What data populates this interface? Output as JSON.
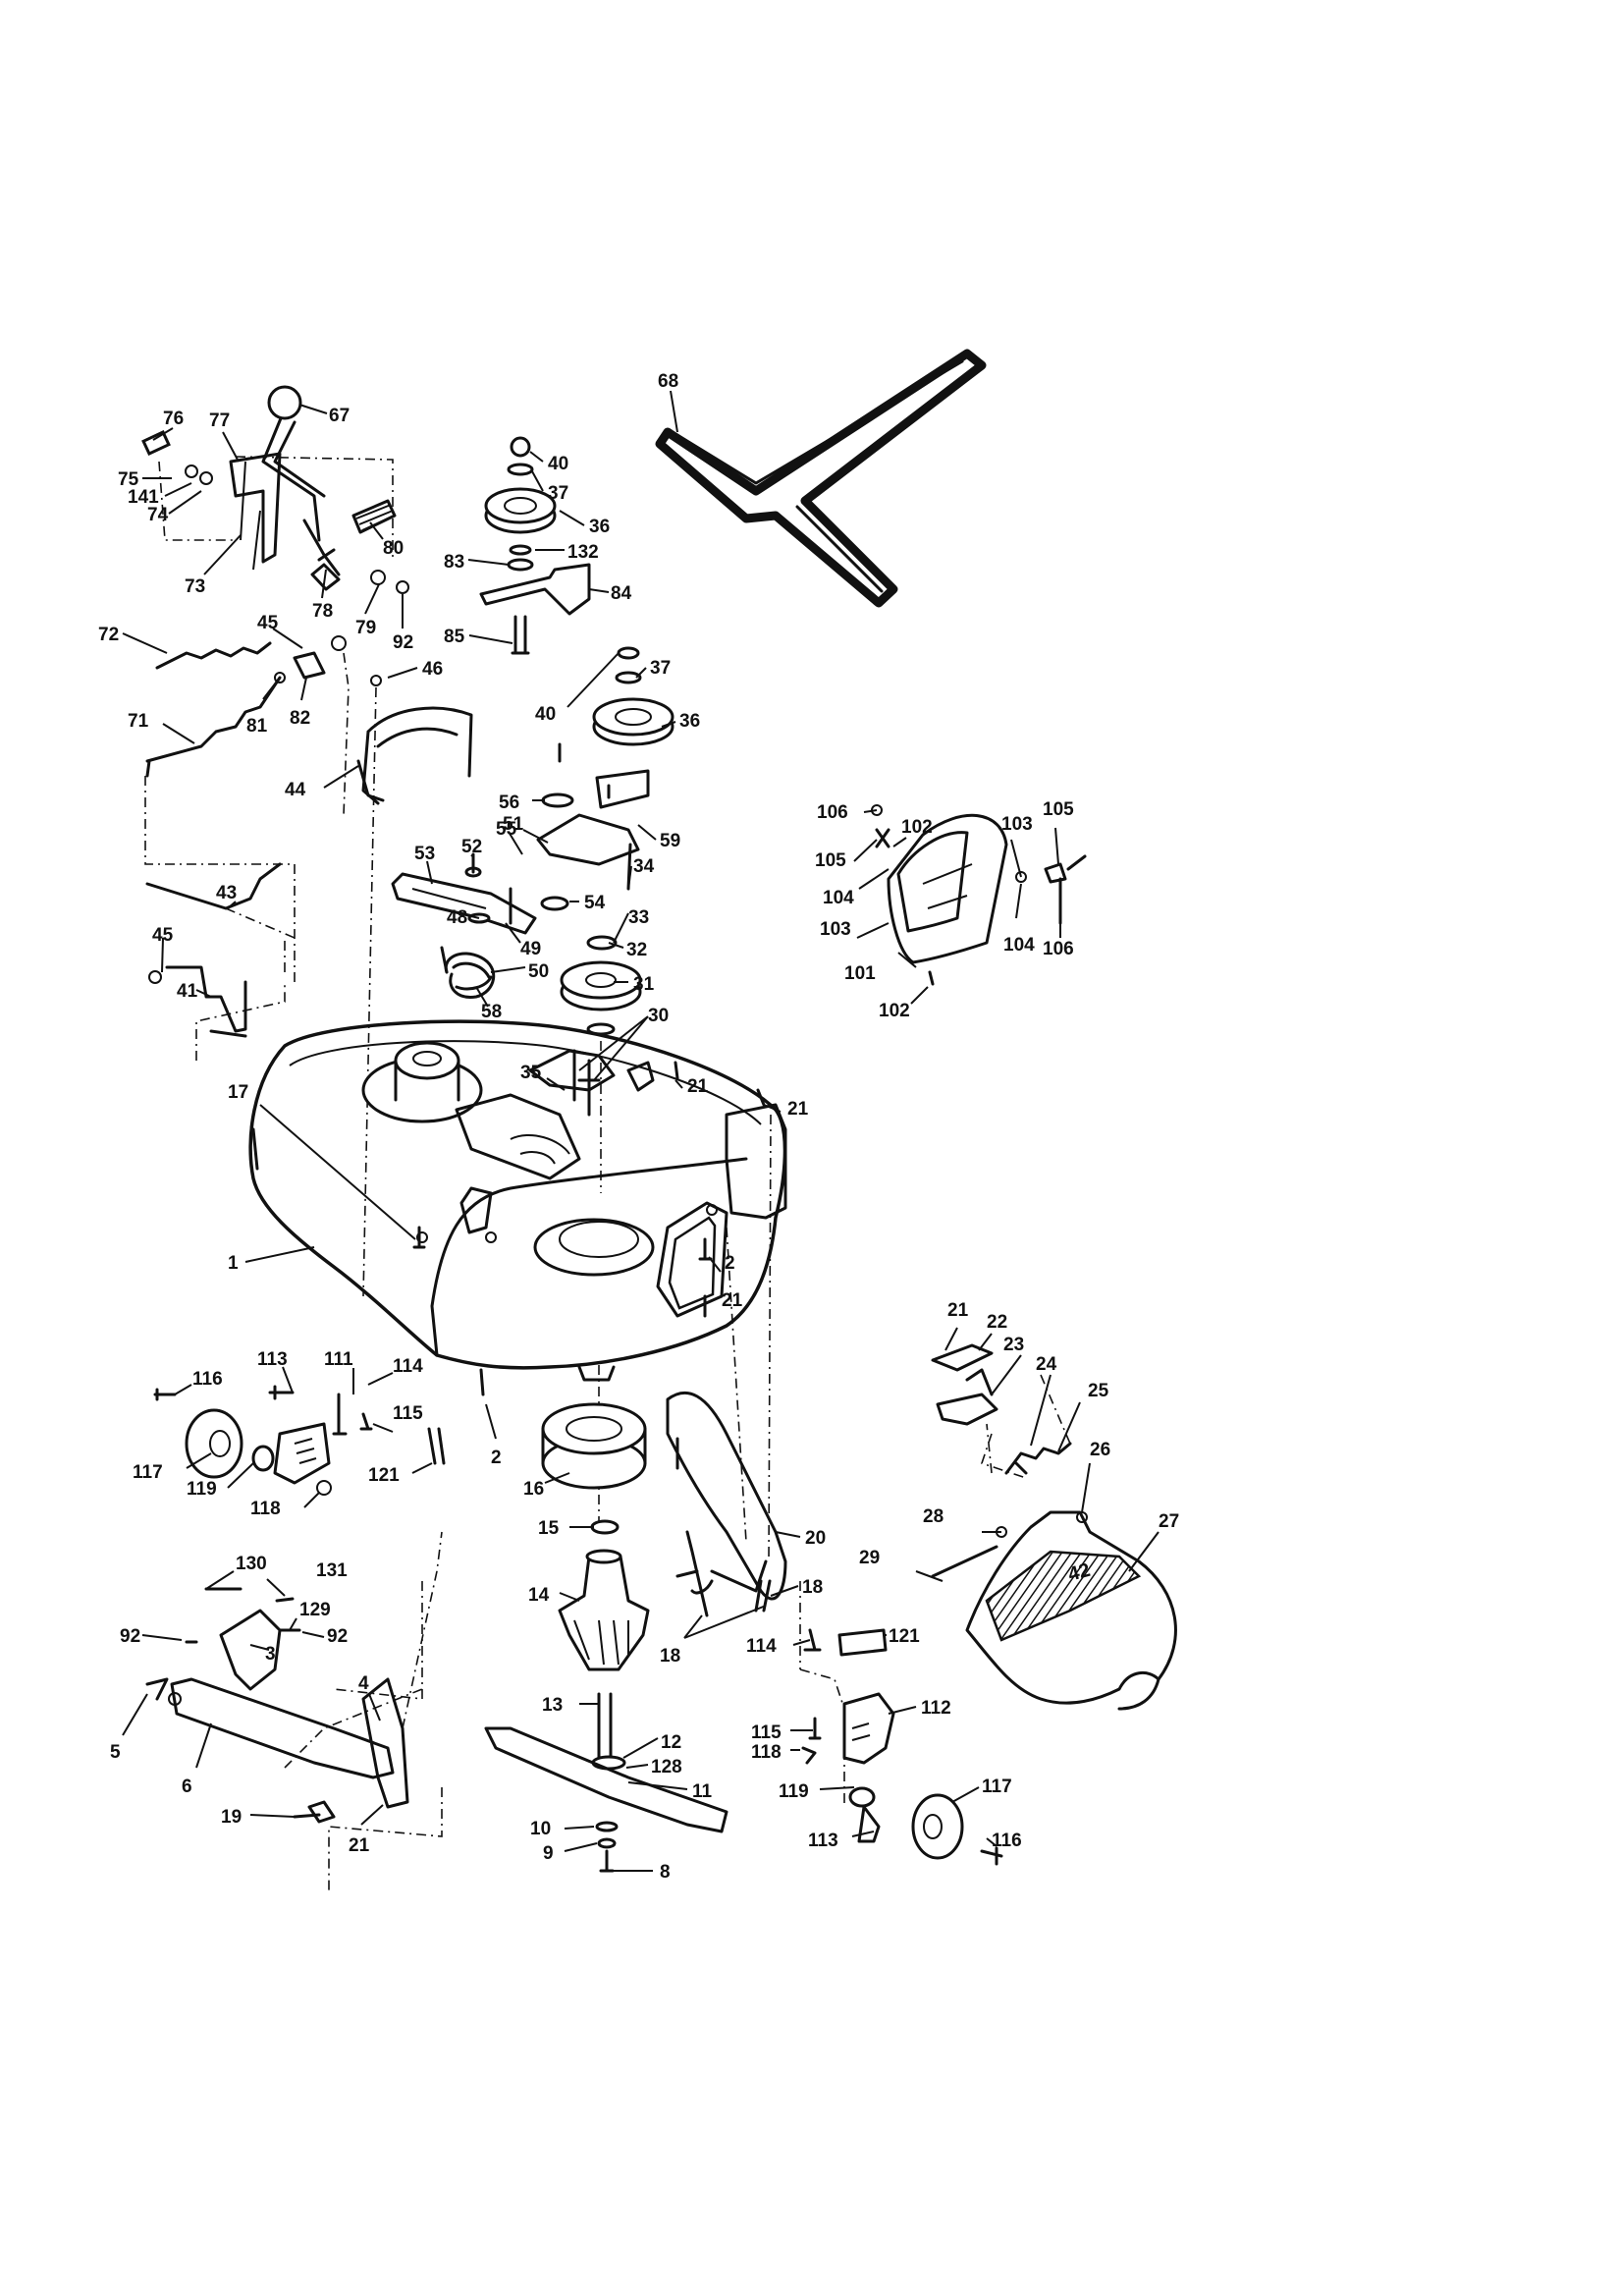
{
  "diagram": {
    "labels": [
      {
        "id": "p76",
        "text": "76"
      },
      {
        "id": "p77",
        "text": "77"
      },
      {
        "id": "p67",
        "text": "67"
      },
      {
        "id": "p75",
        "text": "75"
      },
      {
        "id": "p141",
        "text": "141"
      },
      {
        "id": "p74",
        "text": "74"
      },
      {
        "id": "p80",
        "text": "80"
      },
      {
        "id": "p73",
        "text": "73"
      },
      {
        "id": "p78",
        "text": "78"
      },
      {
        "id": "p79",
        "text": "79"
      },
      {
        "id": "p92a",
        "text": "92"
      },
      {
        "id": "p72",
        "text": "72"
      },
      {
        "id": "p45a",
        "text": "45"
      },
      {
        "id": "p81",
        "text": "81"
      },
      {
        "id": "p82",
        "text": "82"
      },
      {
        "id": "p71",
        "text": "71"
      },
      {
        "id": "p46",
        "text": "46"
      },
      {
        "id": "p44",
        "text": "44"
      },
      {
        "id": "p43",
        "text": "43"
      },
      {
        "id": "p45b",
        "text": "45"
      },
      {
        "id": "p41",
        "text": "41"
      },
      {
        "id": "p40a",
        "text": "40"
      },
      {
        "id": "p37a",
        "text": "37"
      },
      {
        "id": "p36a",
        "text": "36"
      },
      {
        "id": "p83",
        "text": "83"
      },
      {
        "id": "p132",
        "text": "132"
      },
      {
        "id": "p84",
        "text": "84"
      },
      {
        "id": "p85",
        "text": "85"
      },
      {
        "id": "p68",
        "text": "68"
      },
      {
        "id": "p37b",
        "text": "37"
      },
      {
        "id": "p40b",
        "text": "40"
      },
      {
        "id": "p36b",
        "text": "36"
      },
      {
        "id": "p56",
        "text": "56"
      },
      {
        "id": "p55",
        "text": "55"
      },
      {
        "id": "p59",
        "text": "59"
      },
      {
        "id": "p53",
        "text": "53"
      },
      {
        "id": "p52",
        "text": "52"
      },
      {
        "id": "p51",
        "text": "51"
      },
      {
        "id": "p34",
        "text": "34"
      },
      {
        "id": "p54",
        "text": "54"
      },
      {
        "id": "p33",
        "text": "33"
      },
      {
        "id": "p48",
        "text": "48"
      },
      {
        "id": "p49",
        "text": "49"
      },
      {
        "id": "p32",
        "text": "32"
      },
      {
        "id": "p50",
        "text": "50"
      },
      {
        "id": "p31",
        "text": "31"
      },
      {
        "id": "p58",
        "text": "58"
      },
      {
        "id": "p30",
        "text": "30"
      },
      {
        "id": "p35",
        "text": "35"
      },
      {
        "id": "p106a",
        "text": "106"
      },
      {
        "id": "p105a",
        "text": "105"
      },
      {
        "id": "p102a",
        "text": "102"
      },
      {
        "id": "p103a",
        "text": "103"
      },
      {
        "id": "p105b",
        "text": "105"
      },
      {
        "id": "p104a",
        "text": "104"
      },
      {
        "id": "p103b",
        "text": "103"
      },
      {
        "id": "p104b",
        "text": "104"
      },
      {
        "id": "p106b",
        "text": "106"
      },
      {
        "id": "p101",
        "text": "101"
      },
      {
        "id": "p102b",
        "text": "102"
      },
      {
        "id": "p17",
        "text": "17"
      },
      {
        "id": "p21a",
        "text": "21"
      },
      {
        "id": "p21b",
        "text": "21"
      },
      {
        "id": "p1",
        "text": "1"
      },
      {
        "id": "p2a",
        "text": "2"
      },
      {
        "id": "p21c",
        "text": "21"
      },
      {
        "id": "p113a",
        "text": "113"
      },
      {
        "id": "p111",
        "text": "111"
      },
      {
        "id": "p114a",
        "text": "114"
      },
      {
        "id": "p116a",
        "text": "116"
      },
      {
        "id": "p115a",
        "text": "115"
      },
      {
        "id": "p2b",
        "text": "2"
      },
      {
        "id": "p117a",
        "text": "117"
      },
      {
        "id": "p121a",
        "text": "121"
      },
      {
        "id": "p119a",
        "text": "119"
      },
      {
        "id": "p16",
        "text": "16"
      },
      {
        "id": "p118a",
        "text": "118"
      },
      {
        "id": "p21d",
        "text": "21"
      },
      {
        "id": "p22",
        "text": "22"
      },
      {
        "id": "p23",
        "text": "23"
      },
      {
        "id": "p24",
        "text": "24"
      },
      {
        "id": "p25",
        "text": "25"
      },
      {
        "id": "p26",
        "text": "26"
      },
      {
        "id": "p15",
        "text": "15"
      },
      {
        "id": "p20",
        "text": "20"
      },
      {
        "id": "p28",
        "text": "28"
      },
      {
        "id": "p27",
        "text": "27"
      },
      {
        "id": "p29",
        "text": "29"
      },
      {
        "id": "p130",
        "text": "130"
      },
      {
        "id": "p131",
        "text": "131"
      },
      {
        "id": "p14",
        "text": "14"
      },
      {
        "id": "p18a",
        "text": "18"
      },
      {
        "id": "p129",
        "text": "129"
      },
      {
        "id": "p92b",
        "text": "92"
      },
      {
        "id": "p92c",
        "text": "92"
      },
      {
        "id": "p3",
        "text": "3"
      },
      {
        "id": "p114b",
        "text": "114"
      },
      {
        "id": "p121b",
        "text": "121"
      },
      {
        "id": "p18b",
        "text": "18"
      },
      {
        "id": "p4",
        "text": "4"
      },
      {
        "id": "p112",
        "text": "112"
      },
      {
        "id": "p13",
        "text": "13"
      },
      {
        "id": "p115b",
        "text": "115"
      },
      {
        "id": "p5",
        "text": "5"
      },
      {
        "id": "p12",
        "text": "12"
      },
      {
        "id": "p118b",
        "text": "118"
      },
      {
        "id": "p6",
        "text": "6"
      },
      {
        "id": "p128",
        "text": "128"
      },
      {
        "id": "p11",
        "text": "11"
      },
      {
        "id": "p117b",
        "text": "117"
      },
      {
        "id": "p119b",
        "text": "119"
      },
      {
        "id": "p19",
        "text": "19"
      },
      {
        "id": "p21e",
        "text": "21"
      },
      {
        "id": "p10",
        "text": "10"
      },
      {
        "id": "p113b",
        "text": "113"
      },
      {
        "id": "p116b",
        "text": "116"
      },
      {
        "id": "p9",
        "text": "9"
      },
      {
        "id": "p8",
        "text": "8"
      }
    ],
    "deck_badge": "42"
  }
}
